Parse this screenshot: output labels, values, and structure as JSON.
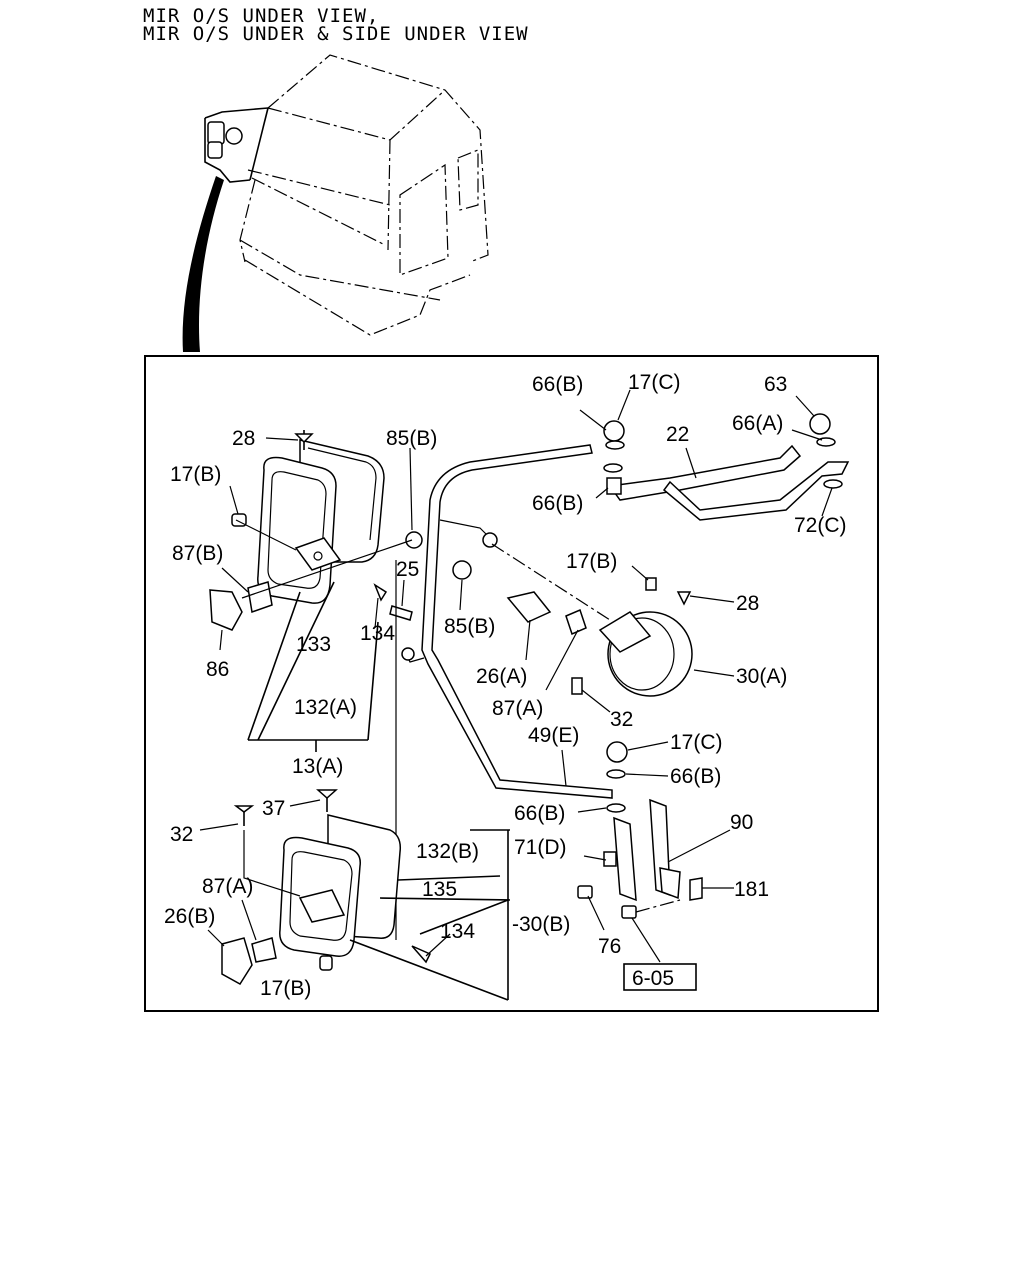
{
  "header": {
    "line1": "MIR O/S UNDER VIEW,",
    "line2": "MIR O/S UNDER & SIDE UNDER VIEW"
  },
  "callouts": {
    "p28_top": "28",
    "p17b_top": "17(B)",
    "p87b": "87(B)",
    "p86": "86",
    "p85b_top": "85(B)",
    "p25": "25",
    "p134_top": "134",
    "p133": "133",
    "p132a": "132(A)",
    "p13a": "13(A)",
    "p85b_mid": "85(B)",
    "p66b_tl": "66(B)",
    "p17c_top": "17(C)",
    "p63": "63",
    "p66a": "66(A)",
    "p22": "22",
    "p66b_ml": "66(B)",
    "p72c": "72(C)",
    "p17b_mid": "17(B)",
    "p28_mid": "28",
    "p26a": "26(A)",
    "p87a_mid": "87(A)",
    "p30a": "30(A)",
    "p32_mid": "32",
    "p49e": "49(E)",
    "p17c_mid": "17(C)",
    "p66b_mr": "66(B)",
    "p66b_low": "66(B)",
    "p71d": "71(D)",
    "p90": "90",
    "p181": "181",
    "p76": "76",
    "p32_low": "32",
    "p37": "37",
    "p132b": "132(B)",
    "p87a_low": "87(A)",
    "p135": "135",
    "p26b": "26(B)",
    "p134_low": "134",
    "p30b": "-30(B)",
    "p17b_low": "17(B)"
  },
  "reference_box": "6-05"
}
